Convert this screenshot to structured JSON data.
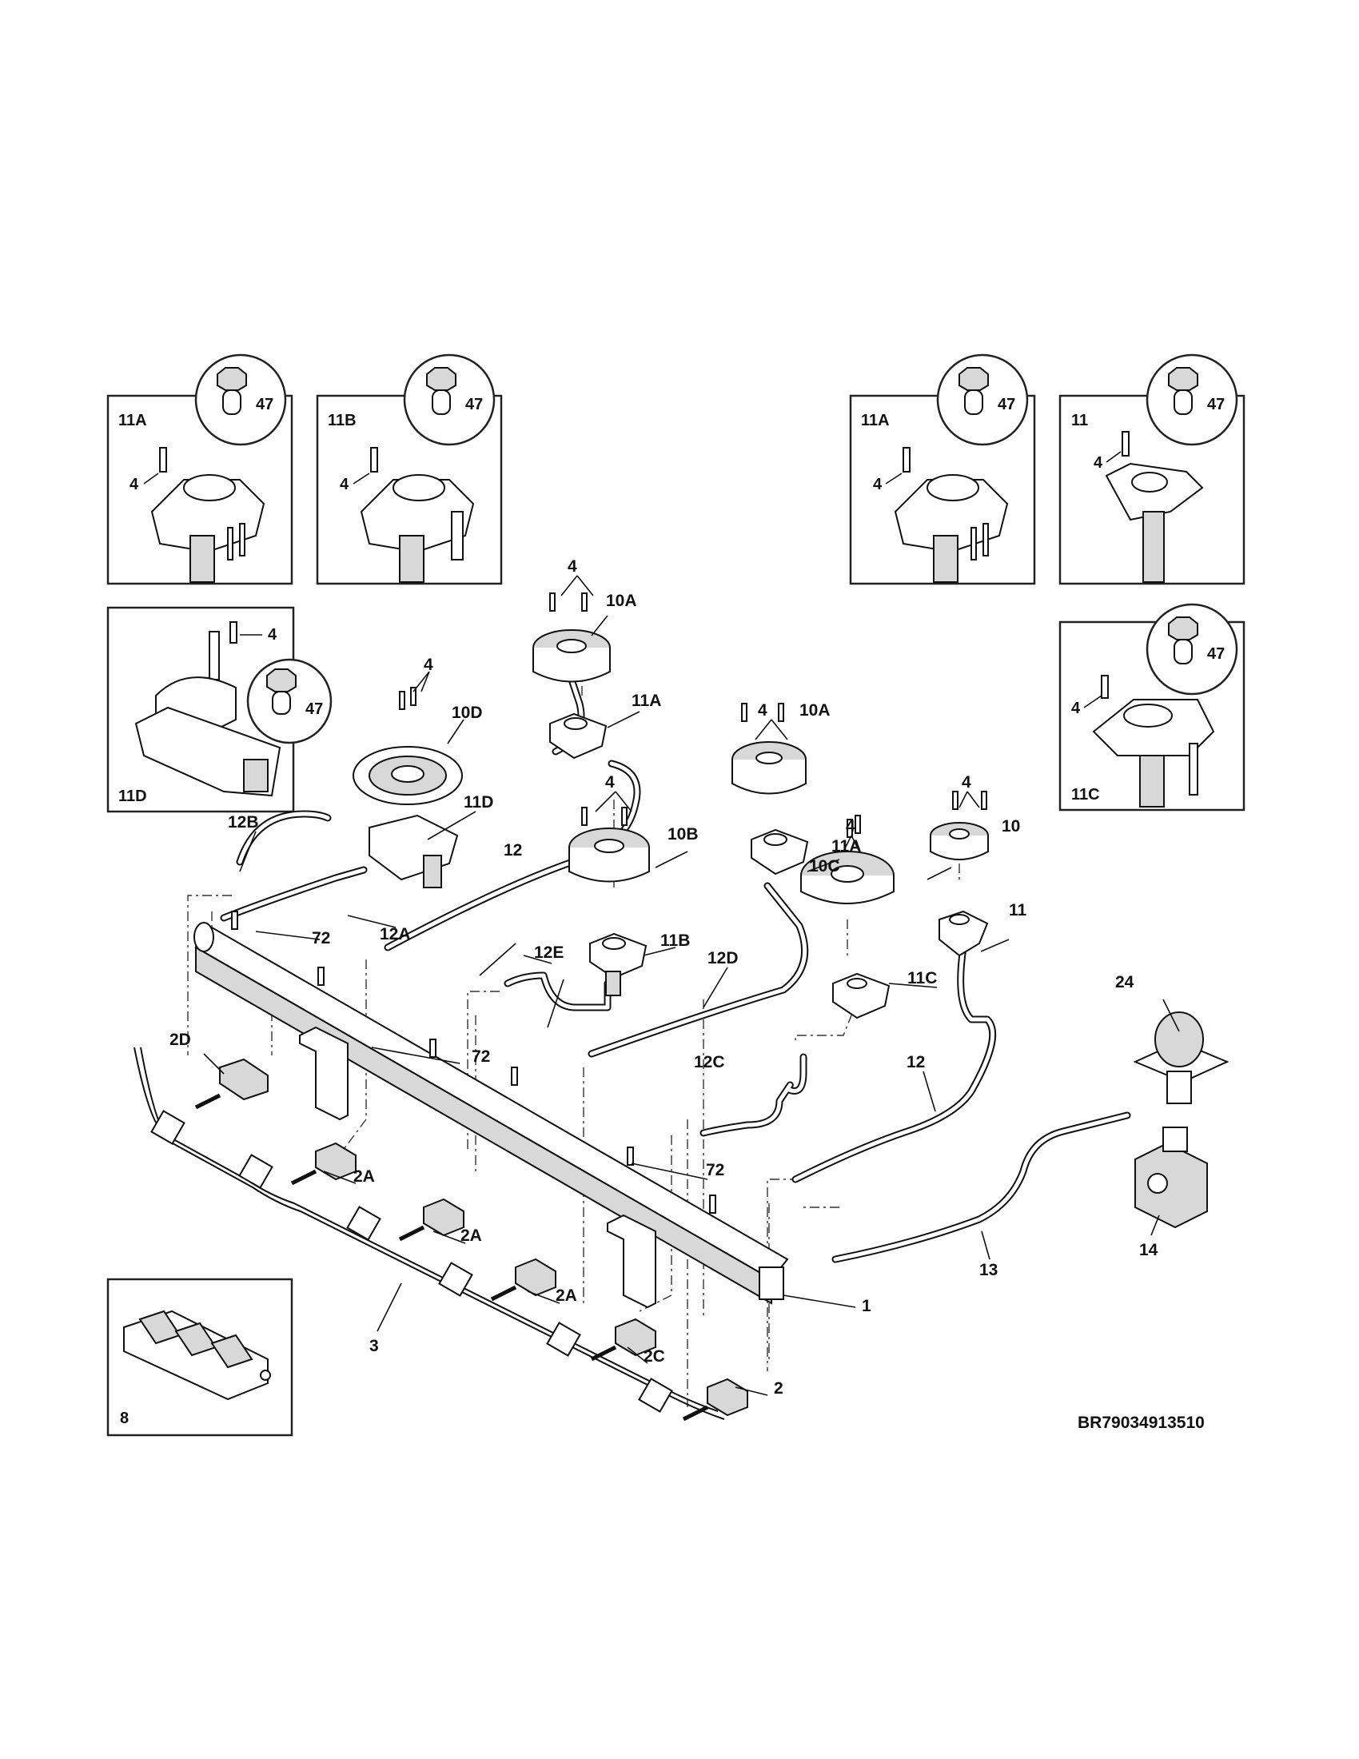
{
  "diagram_code": "BR79034913510",
  "insets": [
    {
      "name": "inset-11a-left",
      "label": "11A",
      "screw": "4",
      "orifice": "47"
    },
    {
      "name": "inset-11b",
      "label": "11B",
      "screw": "4",
      "orifice": "47"
    },
    {
      "name": "inset-11a-right",
      "label": "11A",
      "screw": "4",
      "orifice": "47"
    },
    {
      "name": "inset-11",
      "label": "11",
      "screw": "4",
      "orifice": "47"
    },
    {
      "name": "inset-11d",
      "label": "11D",
      "screw": "4",
      "orifice": "47"
    },
    {
      "name": "inset-11c",
      "label": "11C",
      "screw": "4",
      "orifice": "47"
    },
    {
      "name": "inset-8",
      "label": "8"
    }
  ],
  "callouts": {
    "screw_4": "4",
    "head_10a": "10A",
    "head_10b": "10B",
    "head_10c": "10C",
    "head_10d": "10D",
    "head_10": "10",
    "base_11a": "11A",
    "base_11b": "11B",
    "base_11c": "11C",
    "base_11d": "11D",
    "base_11": "11",
    "tube_12": "12",
    "tube_12a": "12A",
    "tube_12b": "12B",
    "tube_12c": "12C",
    "tube_12d": "12D",
    "tube_12e": "12E",
    "tube_13": "13",
    "regulator_14": "14",
    "valve_24": "24",
    "screw_72": "72",
    "valve_2": "2",
    "valve_2a": "2A",
    "valve_2c": "2C",
    "valve_2d": "2D",
    "harness_3": "3",
    "manifold_1": "1"
  }
}
